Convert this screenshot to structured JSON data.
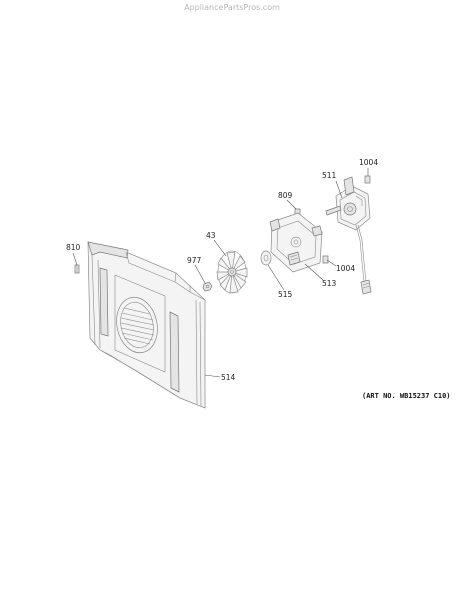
{
  "watermark": "AppliancePartsPros.com",
  "art_number": "(ART NO. WB15237 C10)",
  "callouts": {
    "p810": "810",
    "p977": "977",
    "p43": "43",
    "p809": "809",
    "p511": "511",
    "p1004_top": "1004",
    "p1004_mid": "1004",
    "p515": "515",
    "p513": "513",
    "p514": "514"
  }
}
